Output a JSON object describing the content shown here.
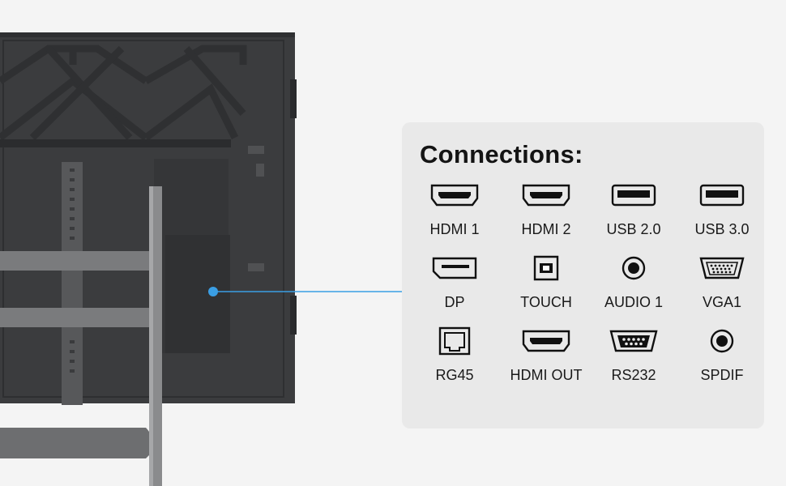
{
  "panel": {
    "title": "Connections:",
    "ports": [
      {
        "label": "HDMI 1",
        "icon": "hdmi-port-icon"
      },
      {
        "label": "HDMI 2",
        "icon": "hdmi-port-icon"
      },
      {
        "label": "USB 2.0",
        "icon": "usb-a-port-icon"
      },
      {
        "label": "USB 3.0",
        "icon": "usb-a-port-icon"
      },
      {
        "label": "DP",
        "icon": "displayport-icon"
      },
      {
        "label": "TOUCH",
        "icon": "usb-b-port-icon"
      },
      {
        "label": "AUDIO 1",
        "icon": "audio-jack-icon"
      },
      {
        "label": "VGA1",
        "icon": "vga-port-icon"
      },
      {
        "label": "RG45",
        "icon": "rj45-port-icon"
      },
      {
        "label": "HDMI OUT",
        "icon": "hdmi-port-icon"
      },
      {
        "label": "RS232",
        "icon": "serial-port-icon"
      },
      {
        "label": "SPDIF",
        "icon": "optical-jack-icon"
      }
    ]
  },
  "colors": {
    "callout_line": "#3a9ee4",
    "panel_bg": "#e9e9e9",
    "display_body": "#3a3b3d"
  }
}
